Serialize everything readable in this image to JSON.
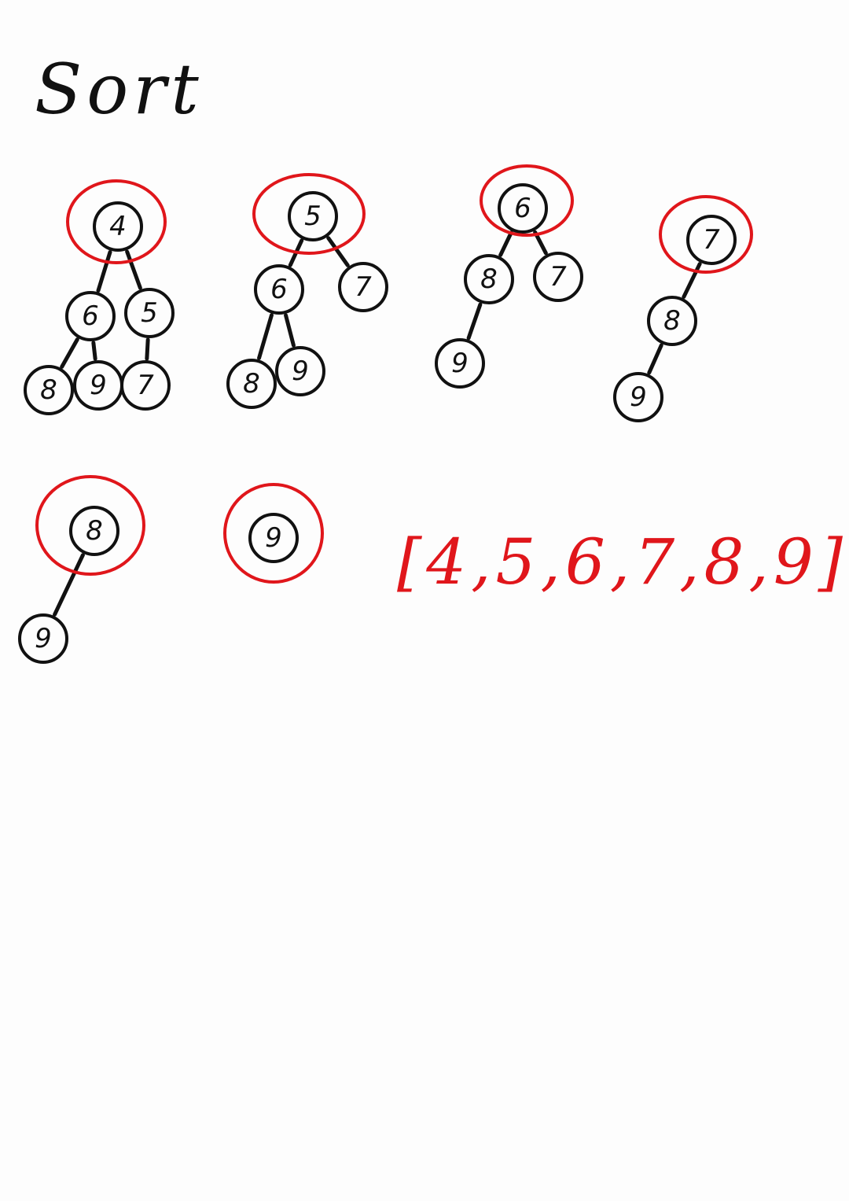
{
  "title": "Sort",
  "result": "[4,5,6,7,8,9]",
  "colors": {
    "ink": "#111111",
    "highlight": "#e0161b"
  },
  "trees": [
    {
      "name": "step-1",
      "root": "4",
      "edges": [
        [
          "4",
          "6"
        ],
        [
          "4",
          "5"
        ],
        [
          "6",
          "8"
        ],
        [
          "6",
          "9"
        ],
        [
          "5",
          "7"
        ]
      ]
    },
    {
      "name": "step-2",
      "root": "5",
      "edges": [
        [
          "5",
          "6"
        ],
        [
          "5",
          "7"
        ],
        [
          "6",
          "8"
        ],
        [
          "6",
          "9"
        ]
      ]
    },
    {
      "name": "step-3",
      "root": "6",
      "edges": [
        [
          "6",
          "8"
        ],
        [
          "6",
          "7"
        ],
        [
          "8",
          "9"
        ]
      ]
    },
    {
      "name": "step-4",
      "root": "7",
      "edges": [
        [
          "7",
          "8"
        ],
        [
          "8",
          "9"
        ]
      ]
    },
    {
      "name": "step-5",
      "root": "8",
      "edges": [
        [
          "8",
          "9"
        ]
      ]
    },
    {
      "name": "step-6",
      "root": "9",
      "edges": []
    }
  ]
}
